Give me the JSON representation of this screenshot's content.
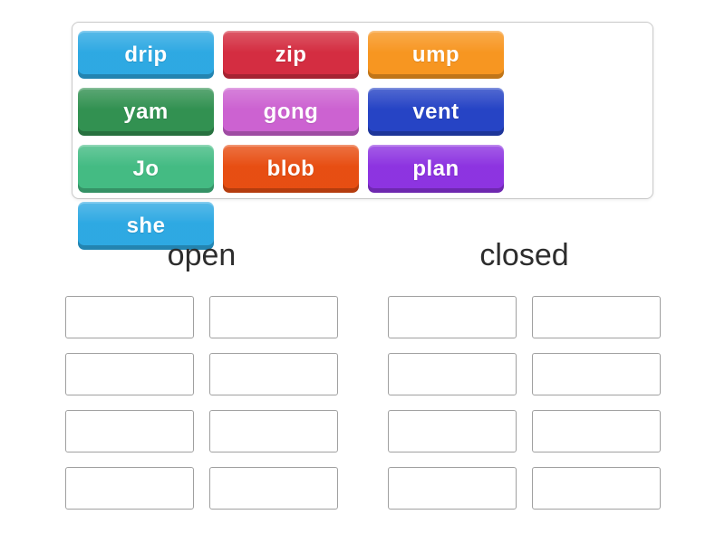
{
  "activity_type": "group-sort",
  "word_bank": {
    "tiles": [
      {
        "label": "drip",
        "color": "#2aa7e2"
      },
      {
        "label": "zip",
        "color": "#d3293d"
      },
      {
        "label": "ump",
        "color": "#f7941d"
      },
      {
        "label": "yam",
        "color": "#2e8f4e"
      },
      {
        "label": "gong",
        "color": "#cb5fd0"
      },
      {
        "label": "vent",
        "color": "#2240c4"
      },
      {
        "label": "Jo",
        "color": "#40ba81"
      },
      {
        "label": "blob",
        "color": "#e74b0e"
      },
      {
        "label": "plan",
        "color": "#8b30e0"
      },
      {
        "label": "she",
        "color": "#2aa7e2"
      }
    ]
  },
  "groups": [
    {
      "label": "open",
      "slot_count": 8
    },
    {
      "label": "closed",
      "slot_count": 8
    }
  ]
}
